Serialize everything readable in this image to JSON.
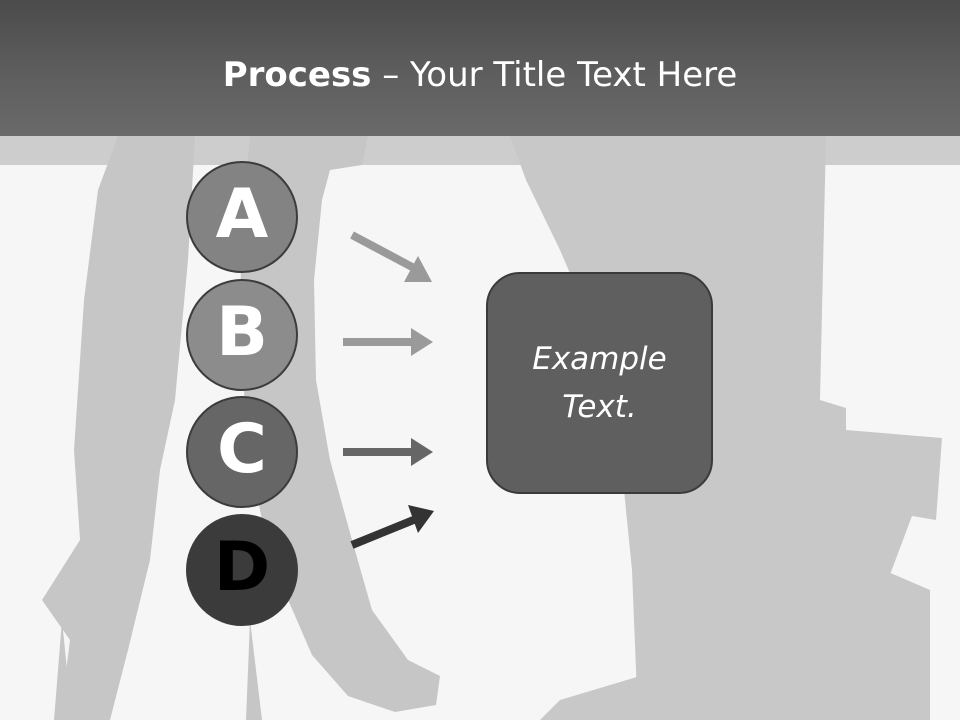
{
  "slide": {
    "title_strong": "Process",
    "title_rest": " – Your Title Text Here",
    "background_image": "legs-silhouette-image",
    "steps": [
      {
        "label": "A",
        "color": "#838383"
      },
      {
        "label": "B",
        "color": "#8c8c8c"
      },
      {
        "label": "C",
        "color": "#666666"
      },
      {
        "label": "D",
        "color": "#3b3b3b"
      }
    ],
    "arrow_colors": [
      "#9a9a9a",
      "#9a9a9a",
      "#666666",
      "#333333"
    ],
    "box_text": "Example\nText."
  }
}
